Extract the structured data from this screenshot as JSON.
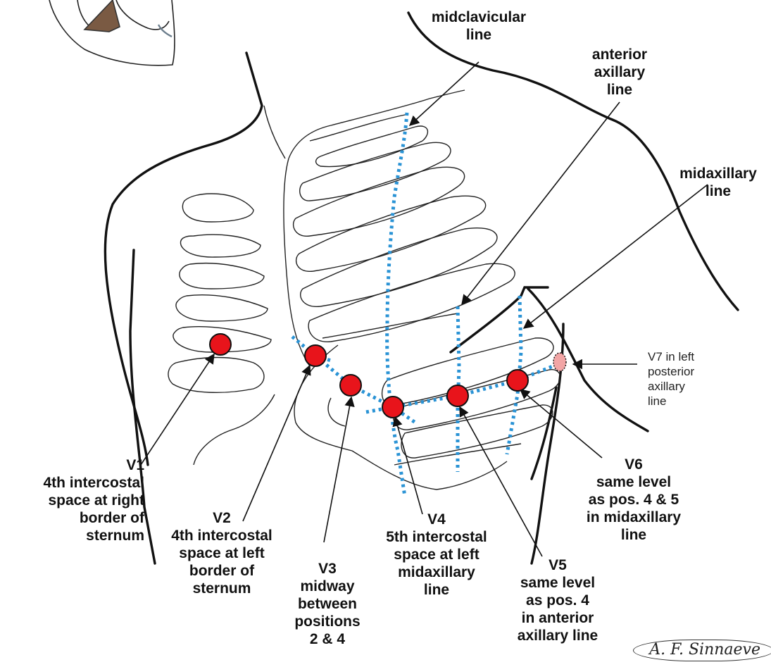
{
  "colors": {
    "electrode_fill": "#e8141b",
    "electrode_stroke": "#111111",
    "guide_line": "#2a93d5",
    "v7_fill": "#f2a5a5",
    "outline": "#111111"
  },
  "guide_lines": {
    "midclavicular": {
      "title": "midclavicular",
      "subtitle": "line"
    },
    "anterior_axillary": {
      "lines": [
        "anterior",
        "axillary",
        "line"
      ]
    },
    "midaxillary": {
      "lines": [
        "midaxillary",
        "line"
      ]
    }
  },
  "electrodes": {
    "v1": {
      "name": "V1",
      "lines": [
        "4th intercostal",
        "space at right",
        "border of",
        "sternum"
      ]
    },
    "v2": {
      "name": "V2",
      "lines": [
        "4th intercostal",
        "space at left",
        "border of",
        "sternum"
      ]
    },
    "v3": {
      "name": "V3",
      "lines": [
        "midway",
        "between",
        "positions",
        "2 & 4"
      ]
    },
    "v4": {
      "name": "V4",
      "lines": [
        "5th intercostal",
        "space at left",
        "midaxillary",
        "line"
      ]
    },
    "v5": {
      "name": "V5",
      "lines": [
        "same level",
        "as pos. 4",
        "in anterior",
        "axillary line"
      ]
    },
    "v6": {
      "name": "V6",
      "lines": [
        "same level",
        "as pos. 4 & 5",
        "in midaxillary",
        "line"
      ]
    },
    "v7": {
      "lines": [
        "V7 in left",
        "posterior",
        "axillary",
        "line"
      ]
    }
  },
  "signature": "A. F. Sinnaeve"
}
